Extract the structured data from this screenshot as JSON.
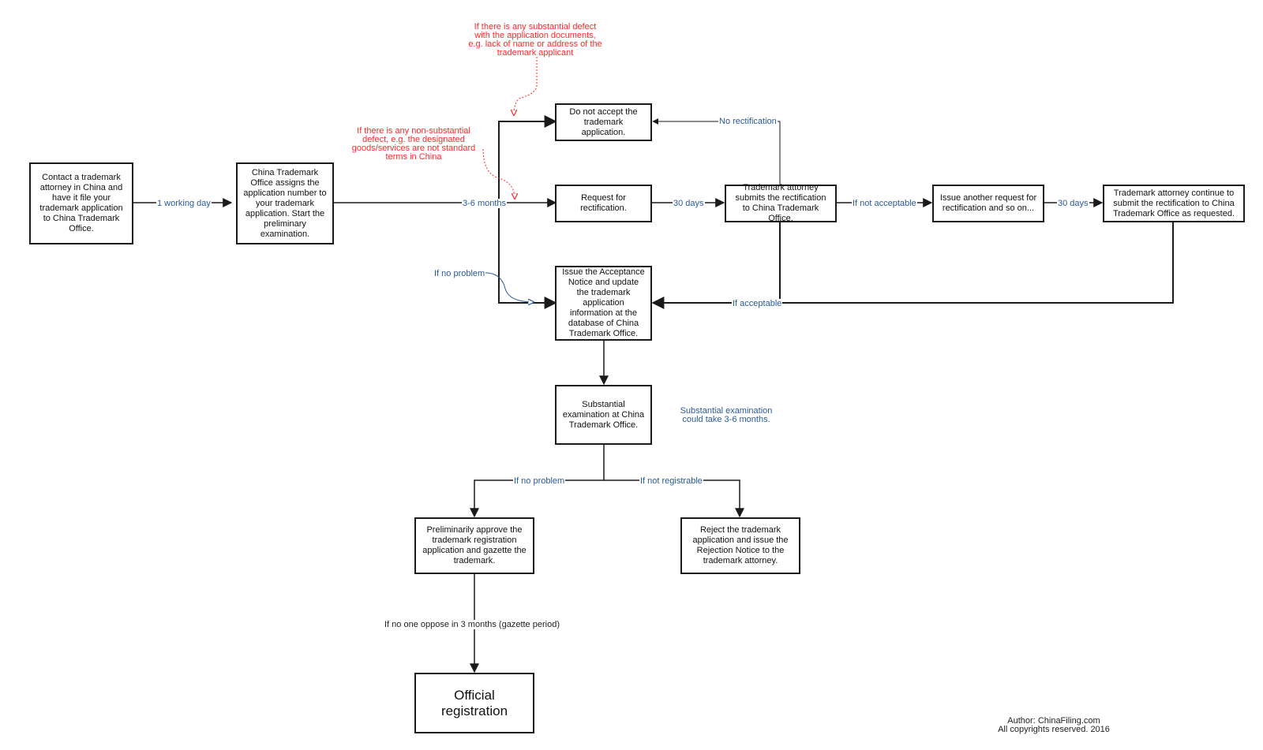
{
  "boxes": {
    "contact": "Contact a trademark attorney in China and have it file your trademark application to China Trademark Office.",
    "assign": "China Trademark Office assigns the application number to your trademark application. Start the preliminary examination.",
    "reject_accept": "Do not accept the trademark application.",
    "request": "Request for rectification.",
    "submit": "Trademark attorney submits the rectification to China Trademark Office.",
    "another": "Issue another request for rectification and so on...",
    "continue": "Trademark attorney continue to submit the rectification to China Trademark Office as requested.",
    "acceptance": "Issue the Acceptance Notice and update the trademark application information at the database of China Trademark Office.",
    "substantial": "Substantial examination at China Trademark Office.",
    "approve": "Preliminarily approve the trademark registration application and gazette the trademark.",
    "reject": "Reject the trademark application and issue the Rejection Notice to the trademark attorney.",
    "official": "Official registration"
  },
  "labels": {
    "working_day": "1 working day",
    "months": "3-6 months",
    "days30_a": "30 days",
    "not_acceptable": "If not acceptable",
    "days30_b": "30 days",
    "no_rectification": "No rectification",
    "if_acceptable": "If acceptable",
    "if_no_problem_top": "If no problem",
    "if_no_problem": "If no problem",
    "not_registrable": "If not registrable",
    "no_oppose": "If no one oppose in 3 months (gazette period)"
  },
  "notes": {
    "substantial_defect": "If there is any substantial defect\nwith the application documents,\ne.g. lack of name or address of the\ntrademark applicant",
    "non_substantial_defect": "If there is any non-substantial\ndefect, e.g. the designated\ngoods/services are not standard\nterms in China",
    "substantial_time": "Substantial examination\ncould take 3-6 months.",
    "author": "Author: ChinaFiling.com\nAll copyrights reserved. 2016"
  },
  "colors": {
    "line": "#1a1a1a",
    "label_blue": "#2a5a9a",
    "note_red": "#ff2a2a"
  }
}
